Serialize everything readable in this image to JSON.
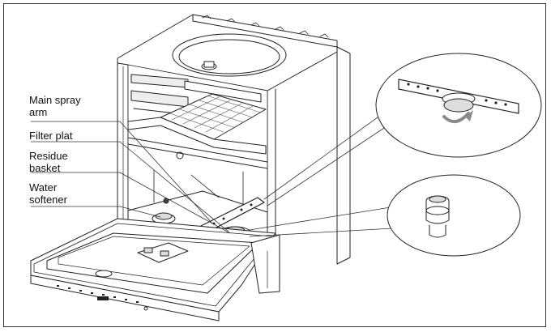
{
  "labels": {
    "main_spray_arm": "Main spray\narm",
    "filter_plat": "Filter plat",
    "residue_basket": "Residue\nbasket",
    "water_softener": "Water\nsoftener"
  },
  "colors": {
    "line": "#222222",
    "light_line": "#666666",
    "shade": "#d9d9d9",
    "arrow_gray": "#8a8a8a"
  }
}
